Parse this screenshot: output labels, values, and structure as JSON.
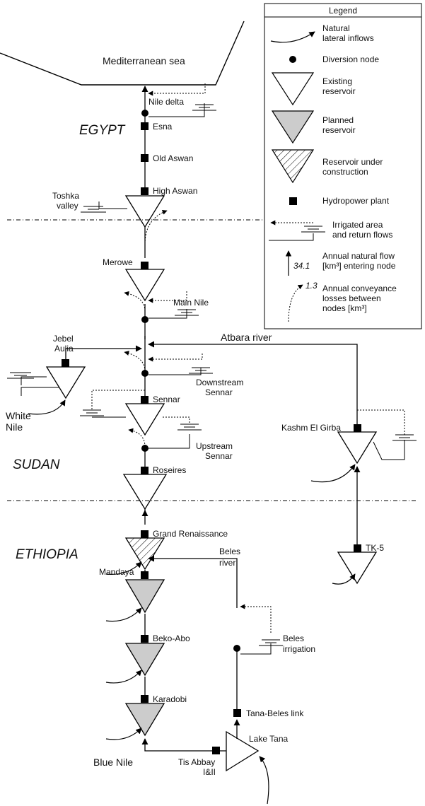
{
  "sea_label": "Mediterranean sea",
  "countries": {
    "egypt": "EGYPT",
    "sudan": "SUDAN",
    "ethiopia": "ETHIOPIA"
  },
  "nodes": {
    "nile_delta": "Nile delta",
    "esna": "Esna",
    "old_aswan": "Old Aswan",
    "high_aswan": "High Aswan",
    "toshka_1": "Toshka",
    "toshka_2": "valley",
    "merowe": "Merowe",
    "main_nile": "Main Nile",
    "jebel_1": "Jebel",
    "jebel_2": "Aulia",
    "atbara": "Atbara river",
    "downstream_1": "Downstream",
    "downstream_2": "Sennar",
    "white_nile_1": "White",
    "white_nile_2": "Nile",
    "sennar": "Sennar",
    "upstream_1": "Upstream",
    "upstream_2": "Sennar",
    "kashm": "Kashm El Girba",
    "roseires": "Roseires",
    "gerd": "Grand Renaissance",
    "tk5": "TK-5",
    "beles_river_1": "Beles",
    "beles_river_2": "river",
    "mandaya": "Mandaya",
    "beles_irr_1": "Beles",
    "beles_irr_2": "irrigation",
    "beko": "Beko-Abo",
    "karadobi": "Karadobi",
    "tana_beles": "Tana-Beles link",
    "lake_tana": "Lake Tana",
    "blue_nile": "Blue Nile",
    "tis_1": "Tis Abbay",
    "tis_2": "I&II"
  },
  "legend": {
    "title": "Legend",
    "items": [
      {
        "symbol": "lateral-inflow",
        "lines": [
          "Natural",
          "lateral inflows"
        ]
      },
      {
        "symbol": "diversion-node",
        "lines": [
          "Diversion node"
        ]
      },
      {
        "symbol": "existing-reservoir",
        "lines": [
          "Existing",
          "reservoir"
        ]
      },
      {
        "symbol": "planned-reservoir",
        "lines": [
          "Planned",
          "reservoir"
        ]
      },
      {
        "symbol": "construction-reservoir",
        "lines": [
          "Reservoir under",
          "construction"
        ]
      },
      {
        "symbol": "hydropower-plant",
        "lines": [
          "Hydropower plant"
        ]
      },
      {
        "symbol": "irrigated-area",
        "lines": [
          "Irrigated area",
          "and return flows"
        ]
      },
      {
        "symbol": "natural-flow",
        "lines": [
          "Annual natural flow",
          "[km³] entering node"
        ],
        "value": "34.1"
      },
      {
        "symbol": "conveyance-losses",
        "lines": [
          "Annual conveyance",
          "losses between",
          "nodes [km³]"
        ],
        "value": "1.3"
      }
    ]
  },
  "colors": {
    "line": "#000000",
    "planned_fill": "#cccccc",
    "background": "#ffffff"
  }
}
